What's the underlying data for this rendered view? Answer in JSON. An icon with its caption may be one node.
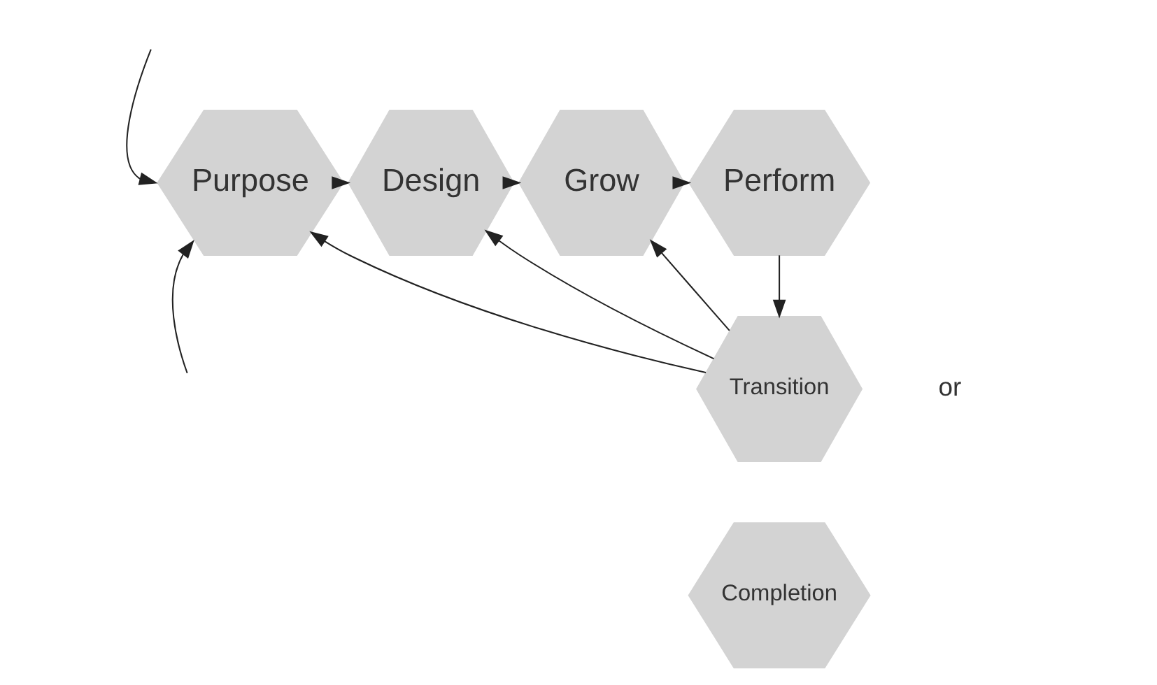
{
  "diagram": {
    "nodes": [
      {
        "text": [
          "Purpose"
        ]
      },
      {
        "text": [
          "Design"
        ]
      },
      {
        "text": [
          "Grow"
        ]
      },
      {
        "text": [
          "Perform"
        ]
      },
      {
        "text": [
          "Transition"
        ]
      },
      {
        "text": [
          "Completion"
        ]
      }
    ],
    "edges": [
      {
        "from": null,
        "to": 0,
        "arrow": "to"
      },
      {
        "from": null,
        "to": 0,
        "arrow": "to"
      },
      {
        "from": 0,
        "to": 1,
        "arrow": "to"
      },
      {
        "from": 1,
        "to": 2,
        "arrow": "to"
      },
      {
        "from": 2,
        "to": 3,
        "arrow": "to"
      },
      {
        "from": 3,
        "to": 4,
        "arrow": "to"
      },
      {
        "from": 4,
        "to": 0,
        "arrow": "to"
      },
      {
        "from": 4,
        "to": 1,
        "arrow": "to"
      },
      {
        "from": 4,
        "to": 2,
        "arrow": "to"
      }
    ],
    "labels": [
      "or"
    ]
  }
}
